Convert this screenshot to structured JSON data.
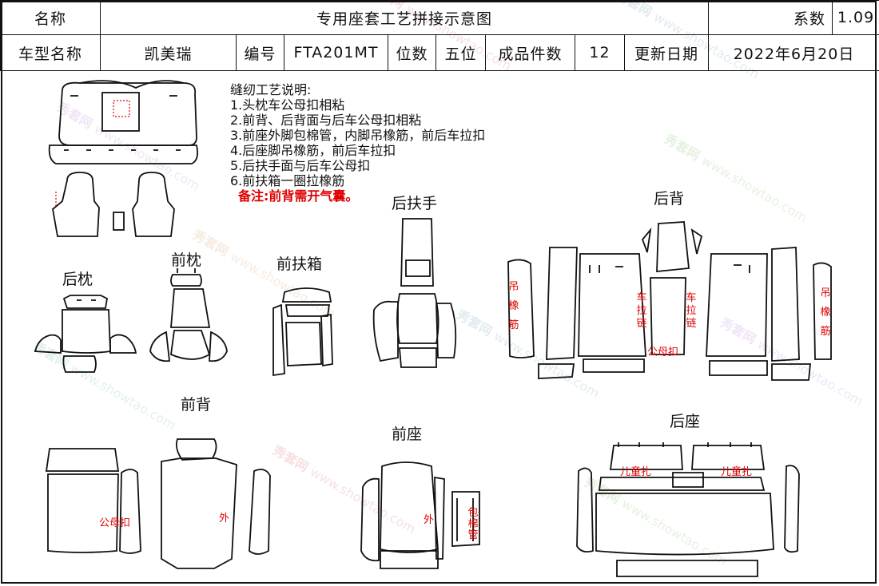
{
  "header": {
    "name_label": "名称",
    "title": "专用座套工艺拼接示意图",
    "coef_label": "系数",
    "coef_value": "1.09",
    "car_label": "车型名称",
    "car_value": "凯美瑞",
    "code_label": "编号",
    "code_value": "FTA201MT",
    "seats_label": "位数",
    "seats_value": "五位",
    "pieces_label": "成品件数",
    "pieces_value": "12",
    "date_label": "更新日期",
    "date_value": "2022年6月20日"
  },
  "notes": {
    "title": "缝纫工艺说明:",
    "items": [
      "1.头枕车公母扣相粘",
      "2.前背、后背面与后车公母扣相粘",
      "3.前座外脚包棉管，内脚吊橡筋，前后车拉扣",
      "4.后座脚吊橡筋，前后车拉扣",
      "5.后扶手面与后车公母扣",
      "6.前扶箱一圈拉橡筋"
    ],
    "remark": "备注:前背需开气囊。"
  },
  "parts": {
    "rear_headrest": "后枕",
    "front_headrest": "前枕",
    "front_armbox": "前扶箱",
    "rear_armrest": "后扶手",
    "rear_back": "后背",
    "front_back": "前背",
    "front_seat": "前座",
    "rear_seat": "后座"
  },
  "annotations": {
    "hang_elastic": "吊橡筋",
    "zipper": "车拉链",
    "velcro": "公母扣",
    "outer": "外",
    "cotton_tube": "包棉管",
    "child_seat_hole": "儿童扎"
  },
  "watermark": {
    "brand": "秀套网",
    "url": "www.showtao.com"
  },
  "colors": {
    "line": "#111111",
    "note_red": "#e00000"
  }
}
